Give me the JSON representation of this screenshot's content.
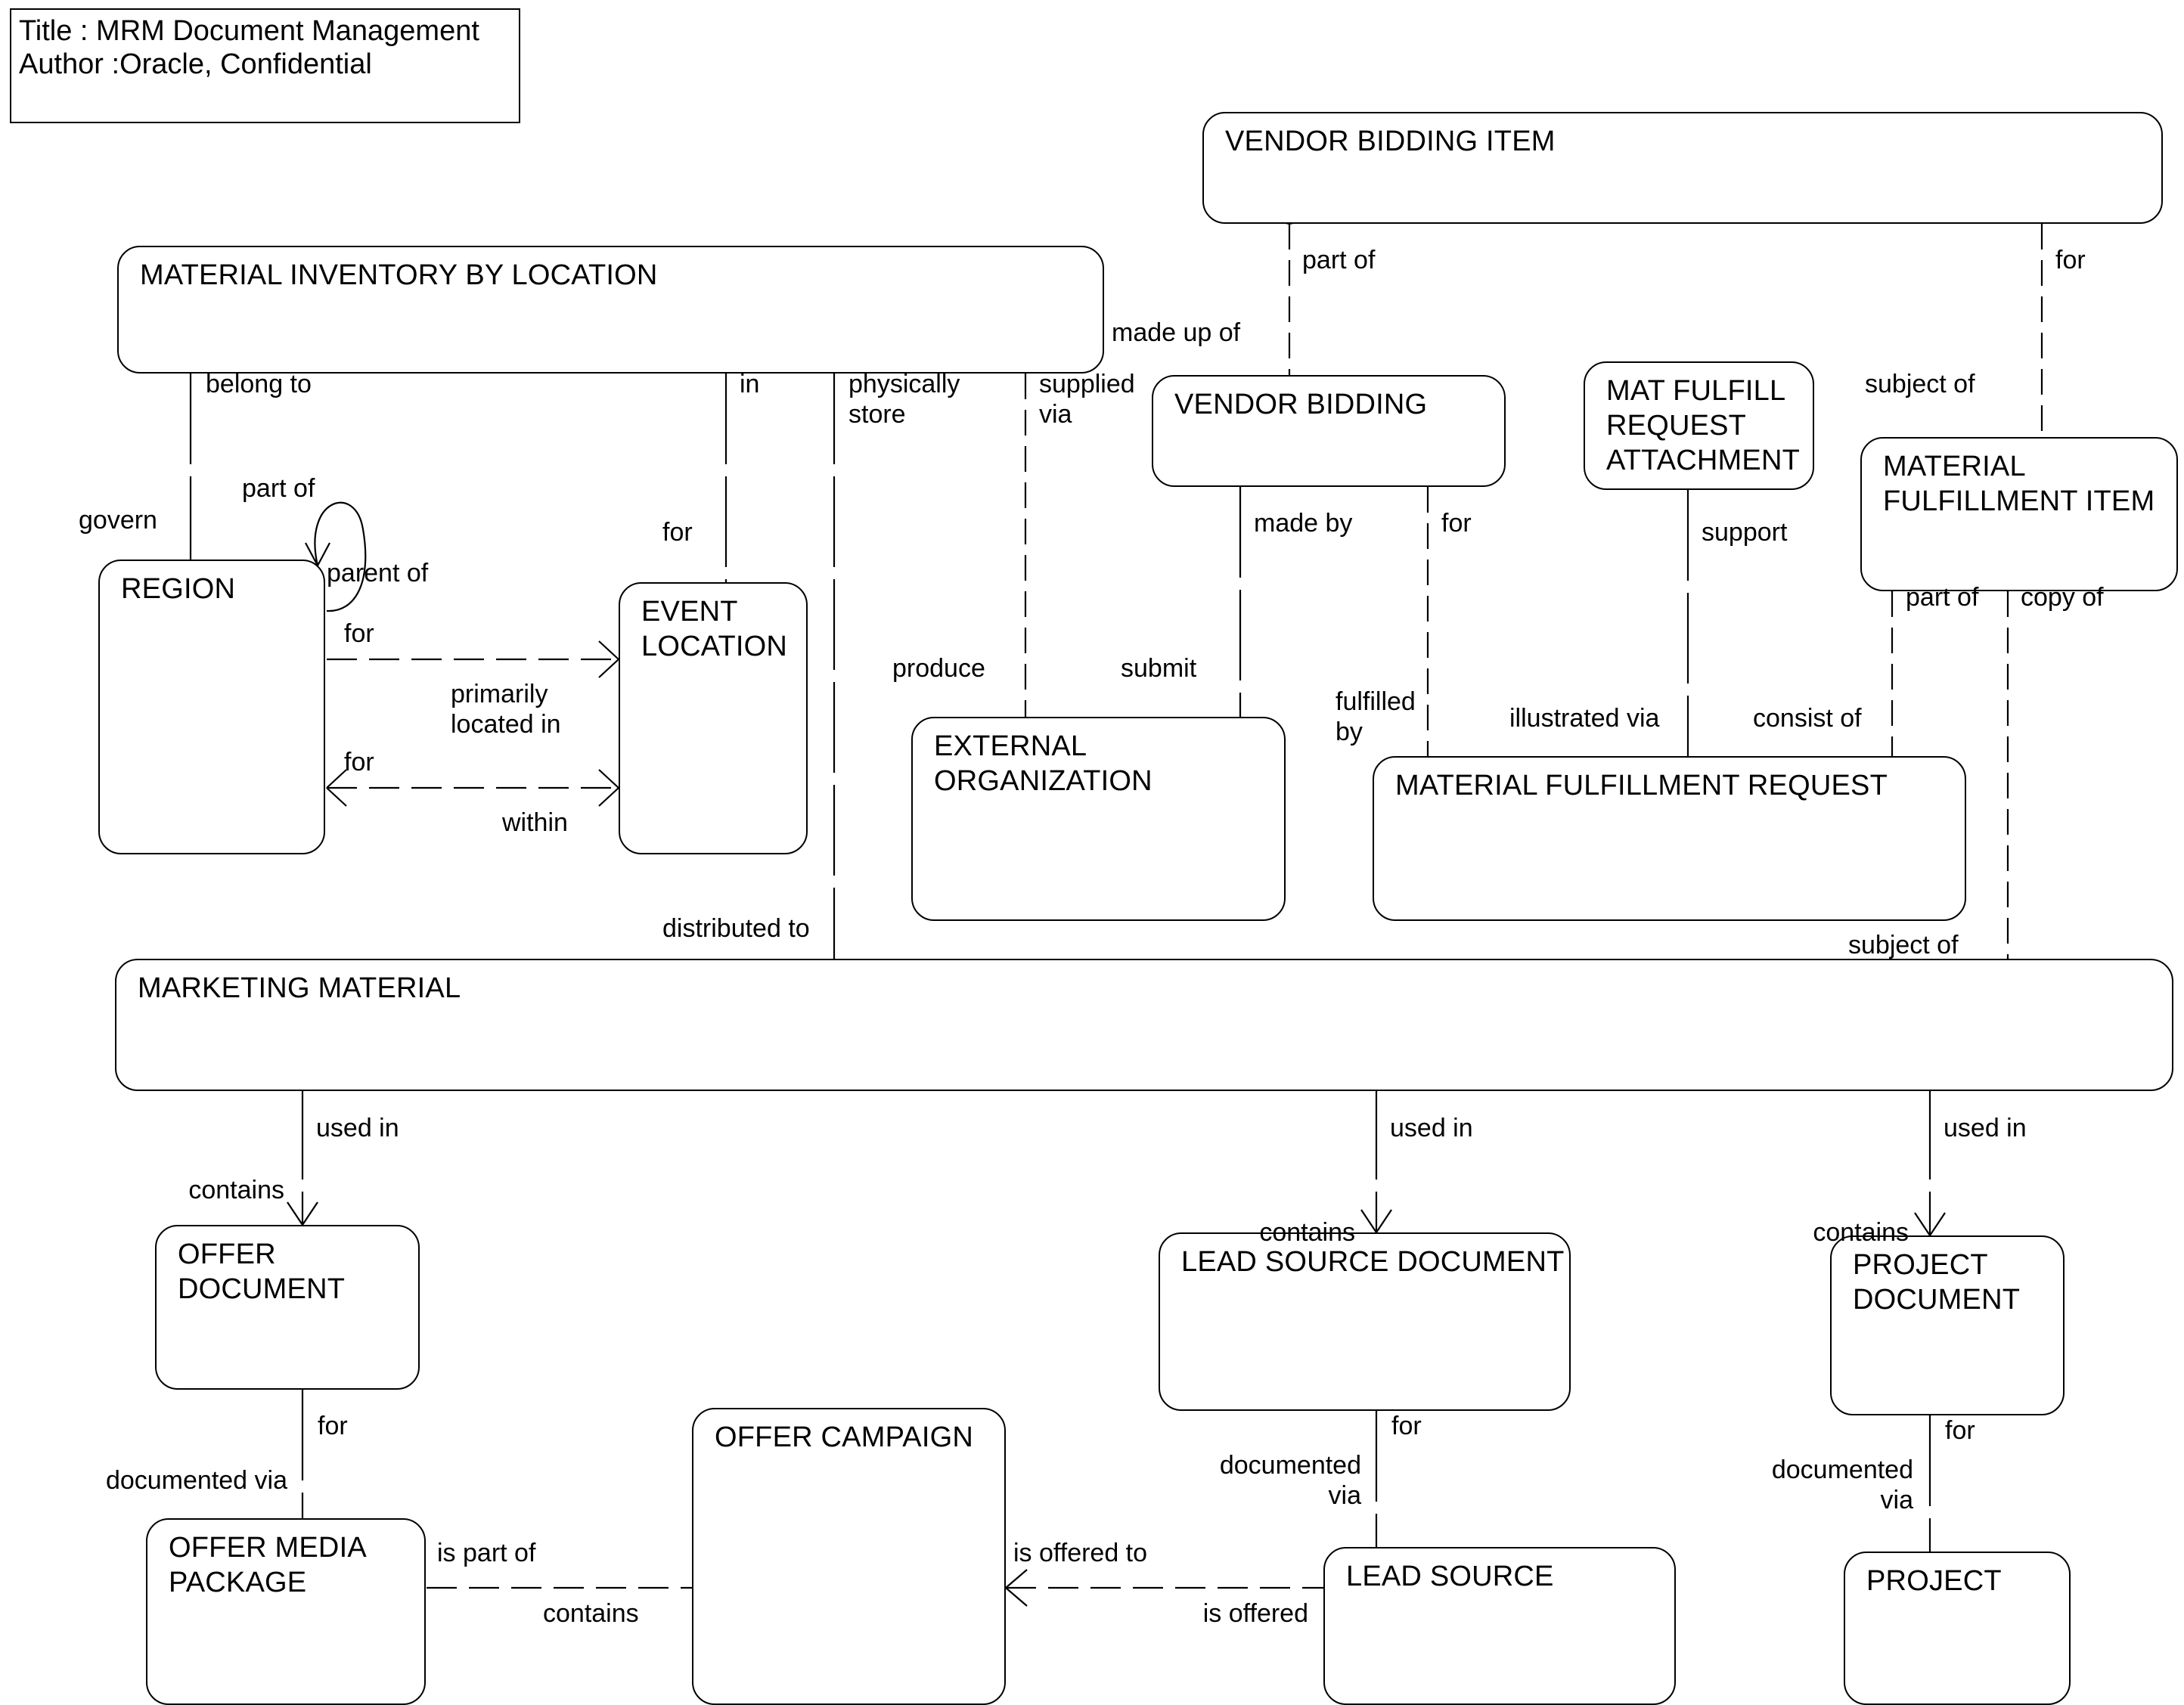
{
  "diagram": {
    "title_block": {
      "line1": "Title : MRM Document Management",
      "line2": "Author :Oracle, Confidential"
    },
    "entities": [
      {
        "id": "vendor_bidding_item",
        "name": "VENDOR BIDDING ITEM"
      },
      {
        "id": "material_inventory",
        "name": "MATERIAL INVENTORY BY LOCATION"
      },
      {
        "id": "vendor_bidding",
        "name": "VENDOR BIDDING"
      },
      {
        "id": "mat_fulfill_request_attach",
        "name": "MAT FULFILL\nREQUEST\nATTACHMENT"
      },
      {
        "id": "material_fulfillment_item",
        "name": "MATERIAL\nFULFILLMENT ITEM"
      },
      {
        "id": "region",
        "name": "REGION"
      },
      {
        "id": "event_location",
        "name": "EVENT\nLOCATION"
      },
      {
        "id": "external_organization",
        "name": "EXTERNAL\nORGANIZATION"
      },
      {
        "id": "material_fulfillment_req",
        "name": "MATERIAL FULFILLMENT REQUEST"
      },
      {
        "id": "marketing_material",
        "name": "MARKETING MATERIAL"
      },
      {
        "id": "offer_document",
        "name": "OFFER\nDOCUMENT"
      },
      {
        "id": "lead_source_document",
        "name": "LEAD SOURCE DOCUMENT"
      },
      {
        "id": "project_document",
        "name": "PROJECT\nDOCUMENT"
      },
      {
        "id": "offer_campaign",
        "name": "OFFER CAMPAIGN"
      },
      {
        "id": "offer_media_package",
        "name": "OFFER MEDIA\nPACKAGE"
      },
      {
        "id": "lead_source",
        "name": "LEAD SOURCE"
      },
      {
        "id": "project",
        "name": "PROJECT"
      }
    ],
    "relationship_labels": [
      {
        "id": "l_part_of_vbi",
        "text": "part of"
      },
      {
        "id": "l_for_vbi",
        "text": "for"
      },
      {
        "id": "l_made_up_of",
        "text": "made up of"
      },
      {
        "id": "l_belong_to",
        "text": "belong to"
      },
      {
        "id": "l_in",
        "text": "in"
      },
      {
        "id": "l_physically_store",
        "text": "physically\nstore"
      },
      {
        "id": "l_supplied_via",
        "text": "supplied\nvia"
      },
      {
        "id": "l_govern",
        "text": "govern"
      },
      {
        "id": "l_part_of_region",
        "text": "part of"
      },
      {
        "id": "l_parent_of_region",
        "text": "parent of"
      },
      {
        "id": "l_for_evloc_top",
        "text": "for"
      },
      {
        "id": "l_for_region_1",
        "text": "for"
      },
      {
        "id": "l_primarily_located",
        "text": "primarily\nlocated in"
      },
      {
        "id": "l_for_region_2",
        "text": "for"
      },
      {
        "id": "l_within",
        "text": "within"
      },
      {
        "id": "l_produce",
        "text": "produce"
      },
      {
        "id": "l_submit",
        "text": "submit"
      },
      {
        "id": "l_made_by",
        "text": "made by"
      },
      {
        "id": "l_for_vb",
        "text": "for"
      },
      {
        "id": "l_support",
        "text": "support"
      },
      {
        "id": "l_subject_of_mfi",
        "text": "subject of"
      },
      {
        "id": "l_part_of_mfi",
        "text": "part of"
      },
      {
        "id": "l_copy_of",
        "text": "copy of"
      },
      {
        "id": "l_fulfilled_by",
        "text": "fulfilled\nby"
      },
      {
        "id": "l_illustrated_via",
        "text": "illustrated via"
      },
      {
        "id": "l_consist_of",
        "text": "consist of"
      },
      {
        "id": "l_distributed_to",
        "text": "distributed to"
      },
      {
        "id": "l_subject_of_mm",
        "text": "subject of"
      },
      {
        "id": "l_used_in_1",
        "text": "used in"
      },
      {
        "id": "l_used_in_2",
        "text": "used in"
      },
      {
        "id": "l_used_in_3",
        "text": "used in"
      },
      {
        "id": "l_contains_1",
        "text": "contains"
      },
      {
        "id": "l_contains_2",
        "text": "contains"
      },
      {
        "id": "l_contains_3",
        "text": "contains"
      },
      {
        "id": "l_for_offerdoc",
        "text": "for"
      },
      {
        "id": "l_documented_via_1",
        "text": "documented via"
      },
      {
        "id": "l_is_part_of",
        "text": "is part of"
      },
      {
        "id": "l_contains_4",
        "text": "contains"
      },
      {
        "id": "l_is_offered_to",
        "text": "is offered to"
      },
      {
        "id": "l_is_offered",
        "text": "is offered"
      },
      {
        "id": "l_for_leaddoc",
        "text": "for"
      },
      {
        "id": "l_documented_via_2",
        "text": "documented\nvia"
      },
      {
        "id": "l_for_projdoc",
        "text": "for"
      },
      {
        "id": "l_documented_via_3",
        "text": "documented\nvia"
      }
    ],
    "style": {
      "line_color": "#000000",
      "box_border_color": "#000000",
      "background": "#ffffff",
      "text_color": "#000000"
    }
  }
}
